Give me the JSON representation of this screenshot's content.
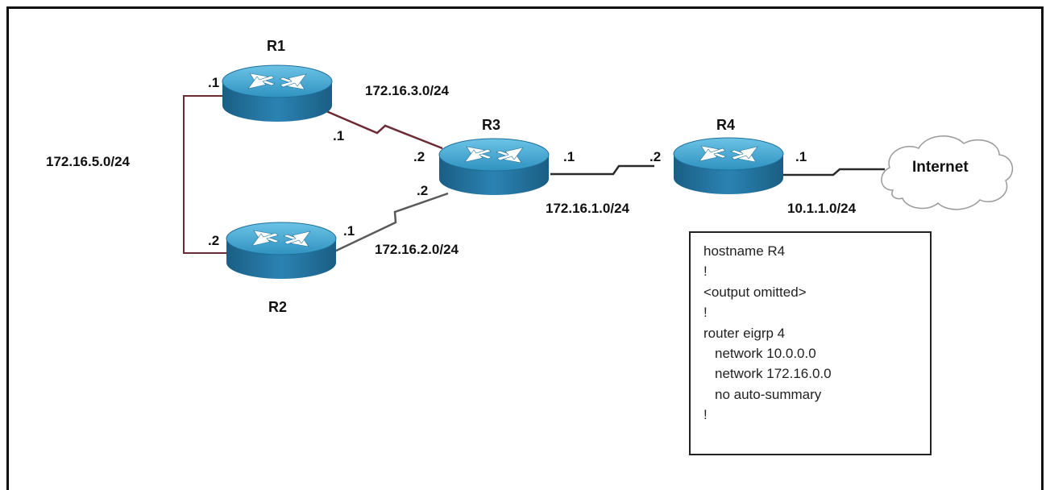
{
  "routers": [
    {
      "id": "r1",
      "name": "R1"
    },
    {
      "id": "r2",
      "name": "R2"
    },
    {
      "id": "r3",
      "name": "R3"
    },
    {
      "id": "r4",
      "name": "R4"
    }
  ],
  "cloud": {
    "name": "Internet"
  },
  "networks": {
    "r1_r2": "172.16.5.0/24",
    "r1_r3": "172.16.3.0/24",
    "r2_r3": "172.16.2.0/24",
    "r3_r4": "172.16.1.0/24",
    "r4_internet": "10.1.1.0/24"
  },
  "interfaces": {
    "r1_lan": ".1",
    "r1_serial": ".1",
    "r2_lan": ".2",
    "r2_serial": ".1",
    "r3_to_r1": ".2",
    "r3_to_r2": ".2",
    "r3_to_r4": ".1",
    "r4_to_r3": ".2",
    "r4_to_internet": ".1"
  },
  "config": [
    "hostname R4",
    "!",
    "<output omitted>",
    "!",
    "router eigrp 4",
    "network 10.0.0.0",
    "network 172.16.0.0",
    "no auto-summary",
    "!"
  ],
  "colors": {
    "router_top": "#3e9ec8",
    "router_side": "#1f6f99",
    "router_arrows": "#ffffff",
    "r1_r2_link": "#6b2a34",
    "r1_r3_link": "#6b2a34",
    "r2_r3_link": "#5a5a5a",
    "r3_r4_link": "#2a2a2a",
    "internet_link": "#2a2a2a"
  }
}
